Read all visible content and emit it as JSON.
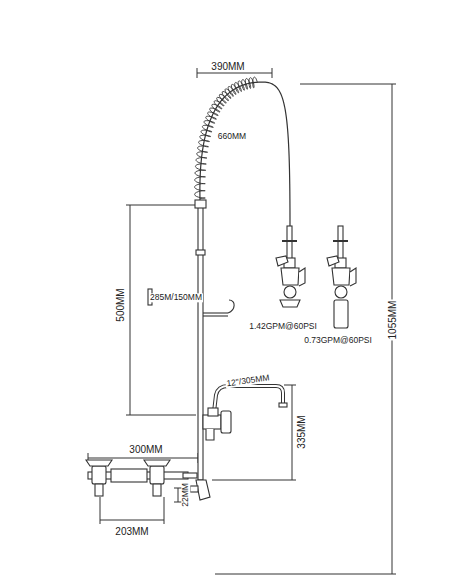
{
  "diagram": {
    "labels": [
      "390MM",
      "660MM",
      "1055MM",
      "500MM",
      "285M/150MM",
      "1.42GPM@60PSI",
      "0.73GPM@60PSI",
      "12\"/305MM",
      "335MM",
      "300MM",
      "203MM",
      "22MM"
    ]
  }
}
